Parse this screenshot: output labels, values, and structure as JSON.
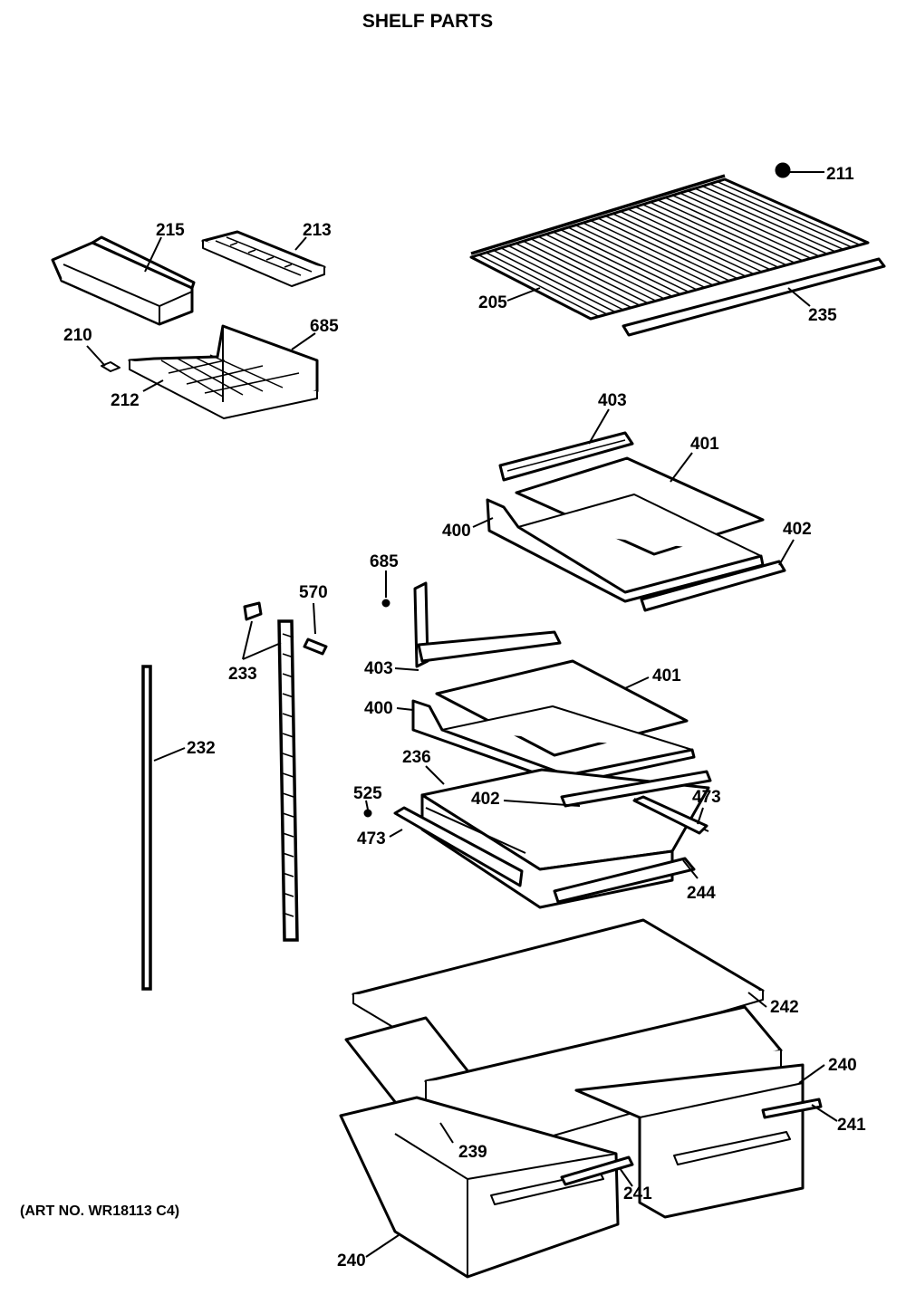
{
  "title": "SHELF PARTS",
  "art_no": "(ART NO. WR18113 C4)",
  "part_numbers": {
    "p215": "215",
    "p213": "213",
    "p211": "211",
    "p210": "210",
    "p212": "212",
    "p685a": "685",
    "p205": "205",
    "p235": "235",
    "p403a": "403",
    "p401a": "401",
    "p400a": "400",
    "p402a": "402",
    "p685b": "685",
    "p570": "570",
    "p233": "233",
    "p403b": "403",
    "p401b": "401",
    "p232": "232",
    "p400b": "400",
    "p236": "236",
    "p525": "525",
    "p402b": "402",
    "p473a": "473",
    "p473b": "473",
    "p244": "244",
    "p242": "242",
    "p240a": "240",
    "p241a": "241",
    "p239": "239",
    "p241b": "241",
    "p240b": "240"
  }
}
